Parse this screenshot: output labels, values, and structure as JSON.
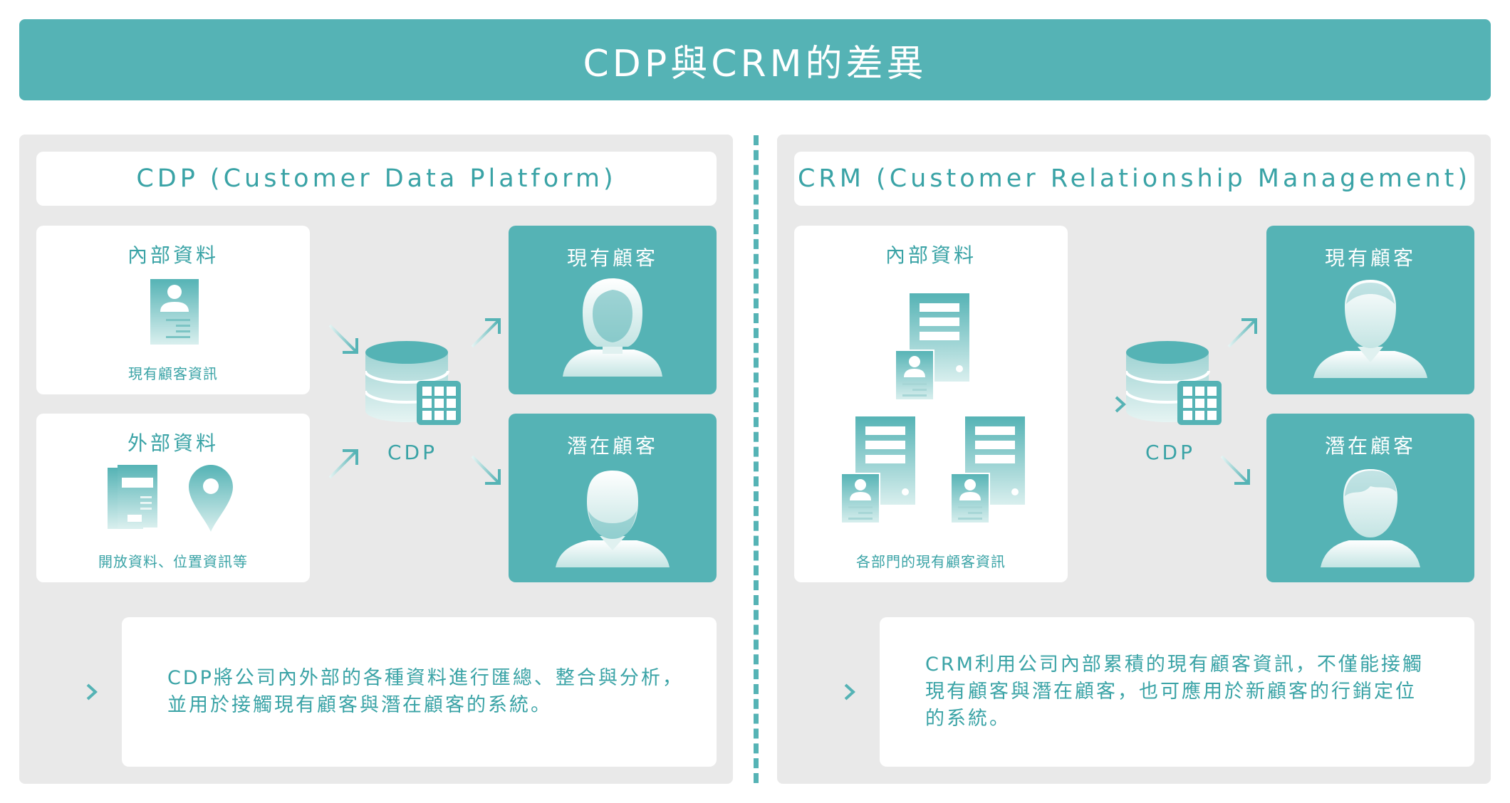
{
  "title": "CDP與CRM的差異",
  "colors": {
    "teal": "#55b3b5",
    "text_teal": "#3aa3a6",
    "panel_bg": "#e9e9e9"
  },
  "cdp": {
    "header": "CDP (Customer Data Platform)",
    "internal": {
      "title": "內部資料",
      "caption": "現有顧客資訊",
      "icon": "customer-profile-document-icon"
    },
    "external": {
      "title": "外部資料",
      "caption": "開放資料、位置資訊等",
      "icons": [
        "documents-icon",
        "location-pin-icon"
      ]
    },
    "db_label": "CDP",
    "existing": {
      "title": "現有顧客",
      "icon": "woman-avatar-icon"
    },
    "potential": {
      "title": "潛在顧客",
      "icon": "bearded-man-avatar-icon"
    },
    "description": [
      "CDP將公司內外部的各種資料進行匯總、整合與分析，",
      "並用於接觸現有顧客與潛在顧客的系統。"
    ]
  },
  "crm": {
    "header": "CRM (Customer Relationship Management)",
    "internal": {
      "title": "內部資料",
      "caption": "各部門的現有顧客資訊",
      "icon": "servers-with-profiles-icon"
    },
    "db_label": "CDP",
    "existing": {
      "title": "現有顧客",
      "icon": "man-avatar-icon"
    },
    "potential": {
      "title": "潛在顧客",
      "icon": "young-man-avatar-icon"
    },
    "description": [
      "CRM利用公司內部累積的現有顧客資訊，不僅能接觸",
      "現有顧客與潛在顧客，也可應用於新顧客的行銷定位",
      "的系統。"
    ]
  }
}
